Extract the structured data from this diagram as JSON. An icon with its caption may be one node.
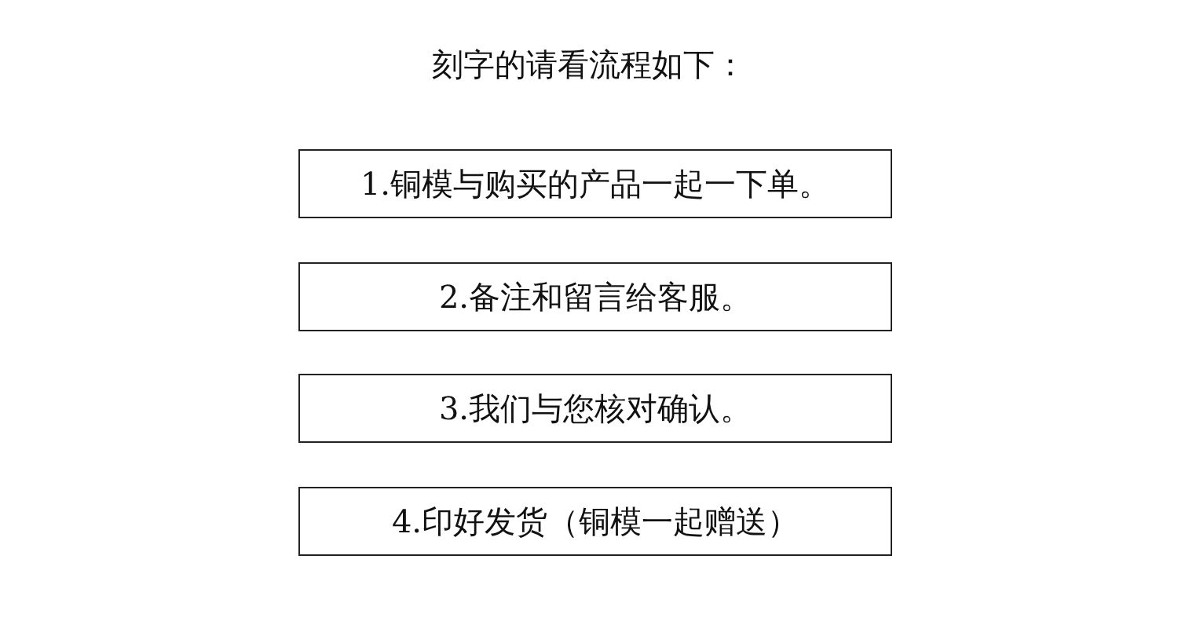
{
  "diagram": {
    "title": "刻字的请看流程如下：",
    "nodes": [
      {
        "text": [
          "1.铜模与购买的产品一起一下单。"
        ]
      },
      {
        "text": [
          "2.备注和留言给客服。"
        ]
      },
      {
        "text": [
          "3.我们与您核对确认。"
        ]
      },
      {
        "text": [
          "4.印好发货（铜模一起赠送）"
        ]
      }
    ]
  }
}
